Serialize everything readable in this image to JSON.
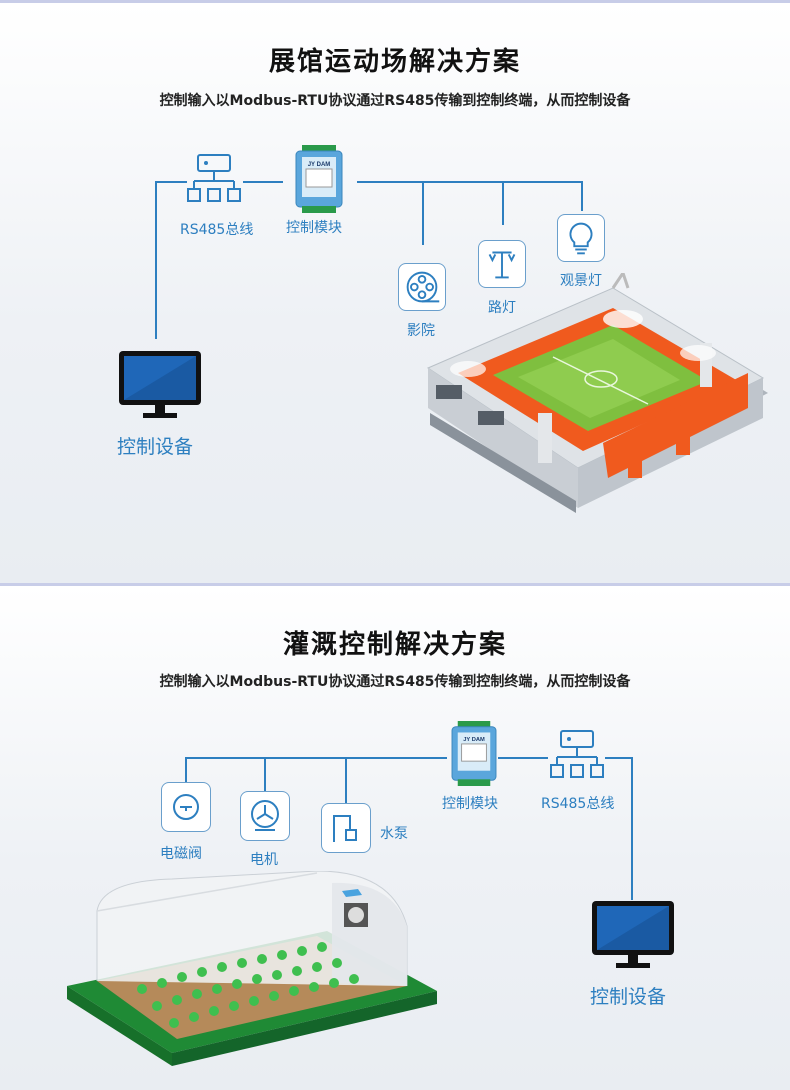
{
  "section1": {
    "title": "展馆运动场解决方案",
    "subtitle": "控制输入以Modbus-RTU协议通过RS485传输到控制终端，从而控制设备",
    "bus_label": "RS485总线",
    "module_label": "控制模块",
    "devices": [
      "影院",
      "路灯",
      "观景灯"
    ],
    "control_label": "控制设备",
    "module_brand": "JY DAM"
  },
  "section2": {
    "title": "灌溉控制解决方案",
    "subtitle": "控制输入以Modbus-RTU协议通过RS485传输到控制终端，从而控制设备",
    "bus_label": "RS485总线",
    "module_label": "控制模块",
    "devices": [
      "电磁阀",
      "电机",
      "水泵"
    ],
    "control_label": "控制设备",
    "module_brand": "JY DAM"
  },
  "colors": {
    "accent": "#2d7fc0",
    "line": "#2d7fc0",
    "stadium_orange": "#f05a1e",
    "field_green": "#7fbf3f"
  }
}
